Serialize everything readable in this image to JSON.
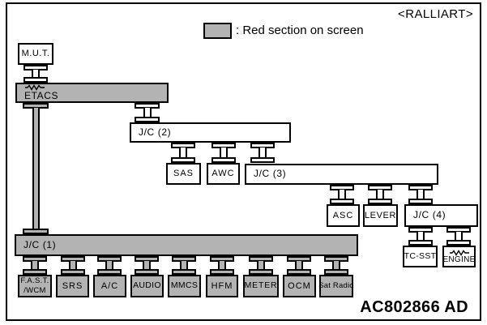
{
  "title_area": {
    "variant_label": "<RALLIART>"
  },
  "legend": {
    "swatch_color": "#b3b3b3",
    "label": ": Red section on screen"
  },
  "figure_code": "AC802866 AD",
  "colors": {
    "red_section_fill": "#b3b3b3",
    "other_section_fill": "#ffffff",
    "line": "#000000"
  },
  "nodes": {
    "mut": "M.U.T.",
    "etacs": "ETACS",
    "jc2": "J/C (2)",
    "sas": "SAS",
    "awc": "AWC",
    "jc3": "J/C (3)",
    "asc": "ASC",
    "lever": "LEVER",
    "jc4": "J/C (4)",
    "tc_sst": "TC-SST",
    "engine": "ENGINE",
    "jc1": "J/C (1)",
    "fast_wcm": "F.A.S.T.\n/WCM",
    "srs": "SRS",
    "ac": "A/C",
    "audio": "AUDIO",
    "mmcs": "MMCS",
    "hfm": "HFM",
    "meter": "METER",
    "ocm": "OCM",
    "sat_radio": "Sat Radio"
  }
}
